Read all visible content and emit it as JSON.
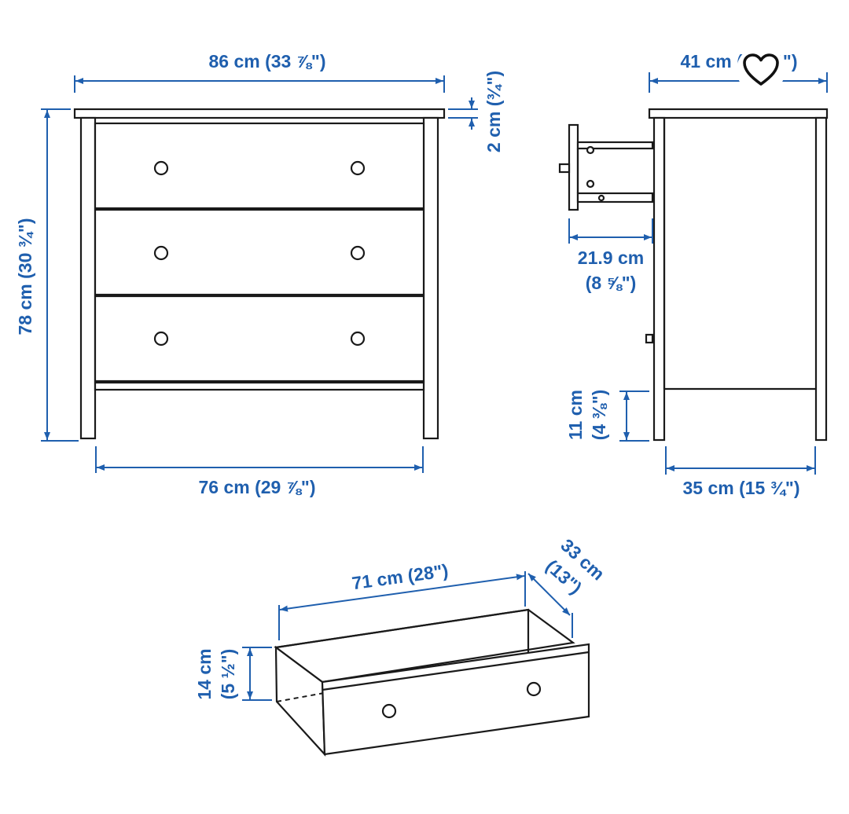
{
  "dimensions": {
    "front_width": "86 cm (33 ⅞\")",
    "top_thickness": "2 cm (¾\")",
    "height": "78 cm (30 ¾\")",
    "inner_width": "76 cm (29 ⅞\")",
    "side_depth": "41 cm (16 ¼\")",
    "drawer_pull": "21.9 cm",
    "drawer_pull_in": "(8 ⅝\")",
    "leg_height": "11 cm",
    "leg_height_in": "(4 ⅜\")",
    "side_inner_depth": "35 cm (15 ¾\")",
    "drawer_width": "71 cm (28\")",
    "drawer_depth": "33 cm",
    "drawer_depth_in": "(13\")",
    "drawer_height": "14 cm",
    "drawer_height_in": "(5 ½\")"
  },
  "colors": {
    "dimension": "#1f5fae",
    "outline": "#1a1a1a"
  },
  "icons": {
    "favorite": "heart-icon"
  }
}
